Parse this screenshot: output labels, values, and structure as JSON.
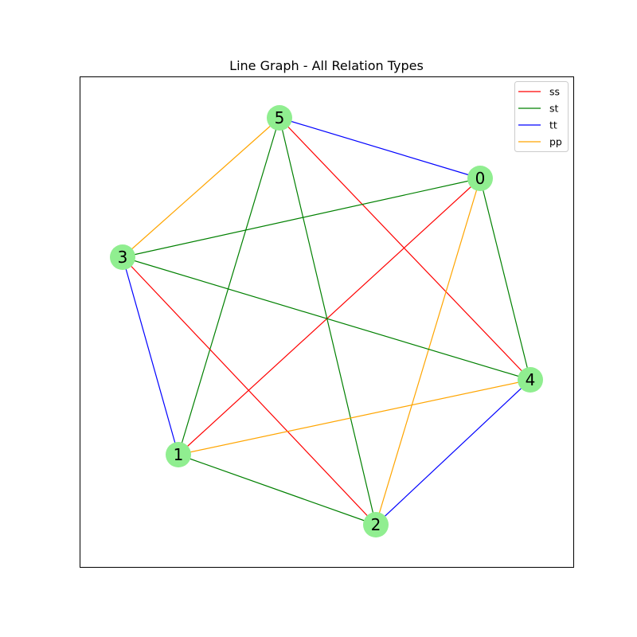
{
  "title": "Line Graph - All Relation Types",
  "node_color": "#90ee90",
  "edge_types": [
    {
      "key": "ss",
      "label": "ss",
      "color": "#ff0000"
    },
    {
      "key": "st",
      "label": "st",
      "color": "#008000"
    },
    {
      "key": "tt",
      "label": "tt",
      "color": "#0000ff"
    },
    {
      "key": "pp",
      "label": "pp",
      "color": "#ffa500"
    }
  ],
  "nodes": [
    {
      "id": "0",
      "label": "0"
    },
    {
      "id": "1",
      "label": "1"
    },
    {
      "id": "2",
      "label": "2"
    },
    {
      "id": "3",
      "label": "3"
    },
    {
      "id": "4",
      "label": "4"
    },
    {
      "id": "5",
      "label": "5"
    }
  ],
  "edges": [
    {
      "source": "5",
      "target": "0",
      "type": "tt"
    },
    {
      "source": "5",
      "target": "3",
      "type": "pp"
    },
    {
      "source": "5",
      "target": "1",
      "type": "st"
    },
    {
      "source": "5",
      "target": "2",
      "type": "st"
    },
    {
      "source": "5",
      "target": "4",
      "type": "ss"
    },
    {
      "source": "0",
      "target": "3",
      "type": "st"
    },
    {
      "source": "0",
      "target": "1",
      "type": "ss"
    },
    {
      "source": "0",
      "target": "2",
      "type": "pp"
    },
    {
      "source": "0",
      "target": "4",
      "type": "st"
    },
    {
      "source": "3",
      "target": "4",
      "type": "st"
    },
    {
      "source": "3",
      "target": "1",
      "type": "tt"
    },
    {
      "source": "3",
      "target": "2",
      "type": "ss"
    },
    {
      "source": "1",
      "target": "4",
      "type": "pp"
    },
    {
      "source": "1",
      "target": "2",
      "type": "st"
    },
    {
      "source": "2",
      "target": "4",
      "type": "tt"
    }
  ]
}
